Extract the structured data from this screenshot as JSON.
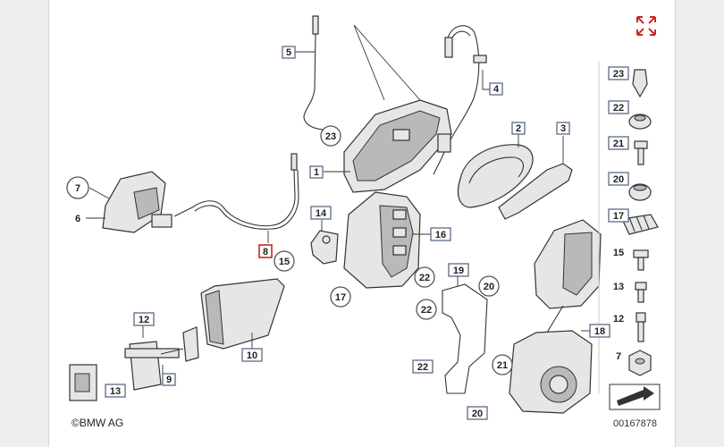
{
  "callouts": {
    "c1": "1",
    "c2": "2",
    "c3": "3",
    "c4": "4",
    "c5": "5",
    "c6": "6",
    "c7": "7",
    "c8": "8",
    "c9": "9",
    "c10": "10",
    "c12": "12",
    "c13": "13",
    "c14": "14",
    "c15": "15",
    "c16": "16",
    "c17": "17",
    "c18": "18",
    "c19": "19",
    "c20a": "20",
    "c20b": "20",
    "c21": "21",
    "c22a": "22",
    "c22b": "22",
    "c22c": "22",
    "c23": "23"
  },
  "legend": {
    "items": [
      "23",
      "22",
      "21",
      "20",
      "17",
      "15",
      "13",
      "12",
      "7"
    ]
  },
  "footer": {
    "copyright": "©BMW AG",
    "diagram_number": "00167878"
  },
  "colors": {
    "callout_border": "#5a6b85",
    "highlight": "#c62828",
    "line": "#333333",
    "part_fill": "#e4e4e4"
  },
  "icons": {
    "expand": "expand-arrows-icon",
    "arrow": "arrow-icon"
  }
}
